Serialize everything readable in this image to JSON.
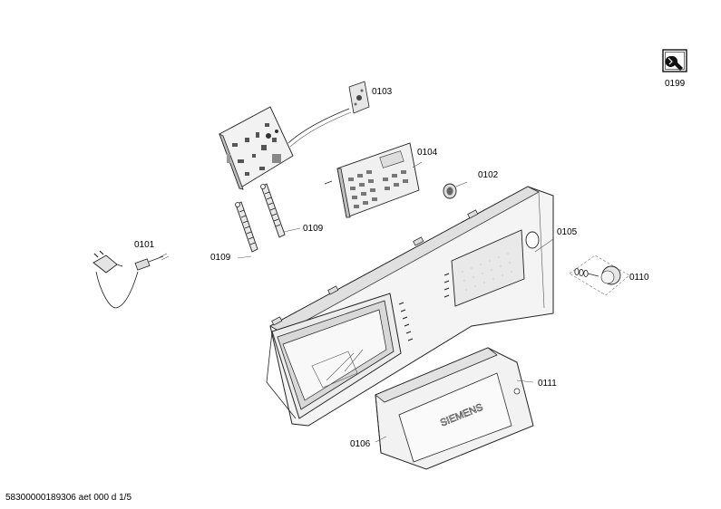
{
  "labels": {
    "p0199": "0199",
    "p0103": "0103",
    "p0104": "0104",
    "p0102": "0102",
    "p0105": "0105",
    "p0101": "0101",
    "p0109a": "0109",
    "p0109b": "0109",
    "p0110": "0110",
    "p0111": "0111",
    "p0106": "0106"
  },
  "brand_text": "SIEMENS",
  "footer": "58300000189306 aet 000 d 1/5",
  "icons": {
    "service": "service-wrench-icon"
  }
}
